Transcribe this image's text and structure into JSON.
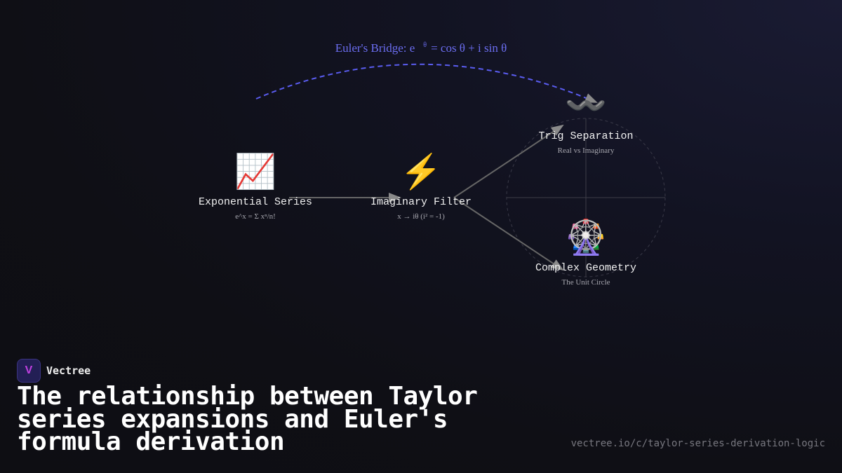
{
  "diagram": {
    "bridge": {
      "prefix": "Euler's Bridge: e",
      "superscript": "θ",
      "suffix": "= cos θ + i sin θ",
      "color": "#6b6df0"
    },
    "nodes": [
      {
        "icon": "📈",
        "icon_name": "chart-increasing-icon",
        "label": "Exponential Series",
        "sub": "e^x = Σ xⁿ/n!"
      },
      {
        "icon": "⚡",
        "icon_name": "lightning-icon",
        "label": "Imaginary Filter",
        "sub": "x → iθ (i² = -1)"
      },
      {
        "icon": "〰️",
        "icon_name": "wavy-dash-icon",
        "label": "Trig Separation",
        "sub": "Real vs Imaginary"
      },
      {
        "icon": "🎡",
        "icon_name": "ferris-wheel-icon",
        "label": "Complex Geometry",
        "sub": "The Unit Circle"
      }
    ]
  },
  "brand": {
    "name": "Vectree",
    "logo_glyph": "V"
  },
  "title": "The relationship between Taylor series expansions and Euler's formula derivation",
  "url": "vectree.io/c/taylor-series-derivation-logic"
}
